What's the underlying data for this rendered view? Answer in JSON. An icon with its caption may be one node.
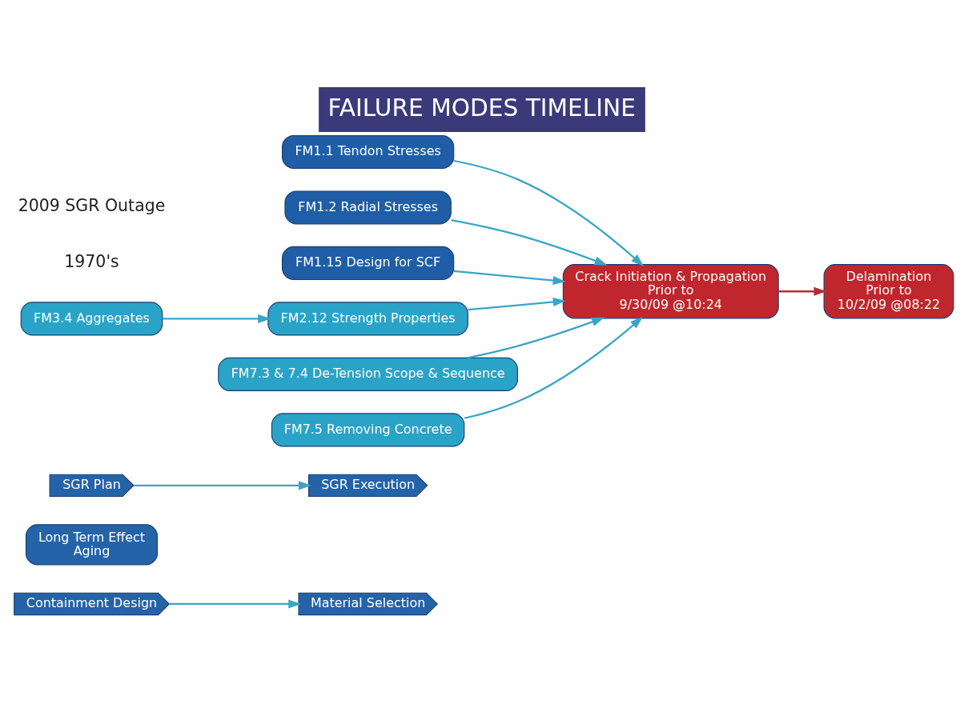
{
  "diagram": {
    "title": "FAILURE MODES TIMELINE",
    "nodes": [
      {
        "text": [
          "Containment Design"
        ]
      },
      {
        "text": [
          "Material Selection"
        ]
      },
      {
        "text": [
          "Long Term Effect",
          "Aging"
        ]
      },
      {
        "text": [
          "SGR Plan"
        ]
      },
      {
        "text": [
          "SGR Execution"
        ]
      },
      {
        "text": [
          "FM1.1 Tendon Stresses"
        ]
      },
      {
        "text": [
          "FM1.2 Radial Stresses"
        ]
      },
      {
        "text": [
          "FM1.15 Design for SCF"
        ]
      },
      {
        "text": [
          "FM2.12 Strength Properties"
        ]
      },
      {
        "text": [
          "FM3.4 Aggregates"
        ]
      },
      {
        "text": [
          "FM7.3 & 7.4 De-Tension Scope & Sequence"
        ]
      },
      {
        "text": [
          "FM7.5 Removing Concrete"
        ]
      },
      {
        "text": [
          "Crack Initiation & Propagation",
          "Prior to",
          "9/30/09 @10:24"
        ]
      },
      {
        "text": [
          "Delamination",
          "Prior to",
          "10/2/09 @08:22"
        ]
      }
    ],
    "edges": [
      {
        "from": 0,
        "to": 1,
        "arrow": "to"
      },
      {
        "from": 3,
        "to": 4,
        "arrow": "to"
      },
      {
        "from": 5,
        "to": 12,
        "arrow": "to"
      },
      {
        "from": 6,
        "to": 12,
        "arrow": "to"
      },
      {
        "from": 7,
        "to": 12,
        "arrow": "to"
      },
      {
        "from": 9,
        "to": 8,
        "arrow": "to"
      },
      {
        "from": 8,
        "to": 12,
        "arrow": "to"
      },
      {
        "from": 10,
        "to": 12,
        "arrow": "to"
      },
      {
        "from": 11,
        "to": 12,
        "arrow": "to"
      },
      {
        "from": 12,
        "to": 13,
        "arrow": "to",
        "color": "#b0303a"
      }
    ],
    "labels": [
      "1970's",
      "2009 SGR Outage"
    ]
  }
}
